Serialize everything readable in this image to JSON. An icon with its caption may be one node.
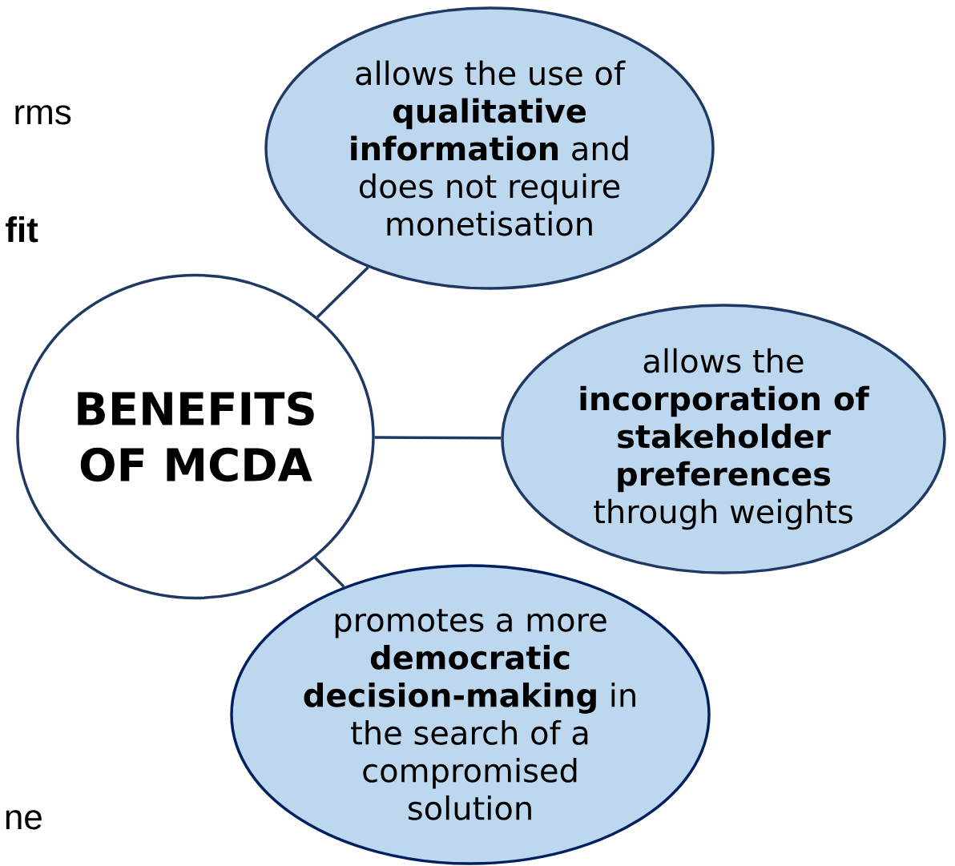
{
  "diagram": {
    "nodes": [
      {
        "text": [
          "BENEFITS OF MCDA"
        ]
      },
      {
        "text": [
          "allows the use of **qualitative information** and does not require monetisation"
        ]
      },
      {
        "text": [
          "allows the **incorporation of stakeholder preferences** through weights"
        ]
      },
      {
        "text": [
          "promotes a more **democratic decision-making** in the search of a compromised solution"
        ]
      }
    ],
    "edges": [
      {
        "from": 0,
        "to": 1,
        "arrow": "none"
      },
      {
        "from": 0,
        "to": 2,
        "arrow": "none"
      },
      {
        "from": 0,
        "to": 3,
        "arrow": "none"
      }
    ],
    "labels": [
      "rms",
      "fit",
      "ne"
    ]
  }
}
